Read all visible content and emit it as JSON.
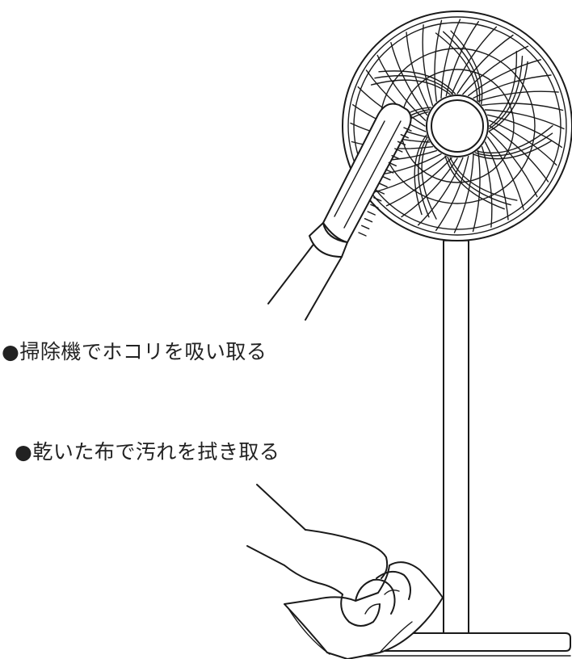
{
  "instructions": {
    "vacuum": "●掃除機でホコリを吸い取る",
    "cloth": "●乾いた布で汚れを拭き取る"
  },
  "icons": [
    "fan-illustration",
    "vacuum-nozzle-icon",
    "hand-with-cloth-icon"
  ]
}
